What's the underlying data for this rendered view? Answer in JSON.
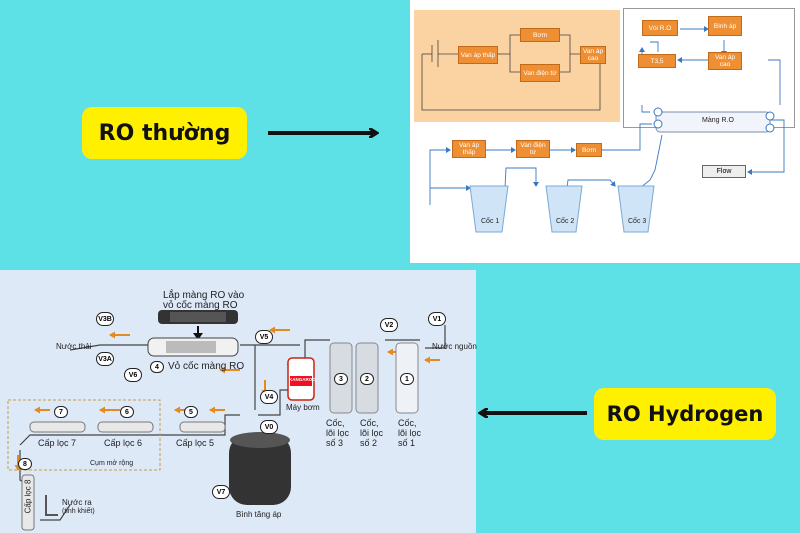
{
  "labels": {
    "ro_normal": "RO thường",
    "ro_hydrogen": "RO Hydrogen"
  },
  "ro_normal_diagram": {
    "top_left": {
      "low_valve": "Van áp thấp",
      "pump": "Bơm",
      "high_valve": "Van áp cao",
      "solenoid_valve": "Van điện từ"
    },
    "top_right": {
      "ro_faucet": "Vòi R.O",
      "tank": "Bình áp",
      "tds": "T3,5",
      "high_valve": "Van áp cao"
    },
    "bottom": {
      "low_valve": "Van áp thấp",
      "solenoid_valve": "Van điện từ",
      "pump": "Bơm",
      "membrane": "Màng R.O",
      "flow": "Flow",
      "cup1": "Cốc 1",
      "cup2": "Cốc 2",
      "cup3": "Cốc 3"
    }
  },
  "ro_hydrogen_diagram": {
    "membrane_note_line1": "Lắp màng RO vào",
    "membrane_note_line2": "vỏ cốc màng RO",
    "waste_water": "Nước thải",
    "source_water": "Nước nguồn",
    "membrane_housing": "Vỏ cốc màng RO",
    "membrane_housing_num": "4",
    "pump": "Máy bơm",
    "pump_brand": "KANGAROO",
    "tank": "Bình tăng áp",
    "expand_cluster": "Cụm mở rộng",
    "output_water_line1": "Nước ra",
    "output_water_line2": "(tinh khiết)",
    "valves": {
      "v1": "V1",
      "v2": "V2",
      "v3a": "V3A",
      "v3b": "V3B",
      "v4": "V4",
      "v5": "V5",
      "v6": "V6",
      "v0": "V0",
      "v7": "V7"
    },
    "stages": {
      "s1_num": "1",
      "s2_num": "2",
      "s3_num": "3",
      "s1_l1": "Cốc,",
      "s1_l2": "lõi lọc",
      "s1_l3": "số 1",
      "s2_l1": "Cốc,",
      "s2_l2": "lõi lọc",
      "s2_l3": "số 2",
      "s3_l1": "Cốc,",
      "s3_l2": "lõi lọc",
      "s3_l3": "số 3",
      "s5_num": "5",
      "s5": "Cấp lọc 5",
      "s6_num": "6",
      "s6": "Cấp lọc 6",
      "s7_num": "7",
      "s7": "Cấp lọc 7",
      "s8_num": "8",
      "s8": "Cấp lọc 8"
    }
  },
  "colors": {
    "background": "#5ee1e6",
    "pill": "#fff000",
    "orange": "#ef8f33",
    "blue_line": "#3a78c2",
    "arrow": "#e58a1f"
  }
}
